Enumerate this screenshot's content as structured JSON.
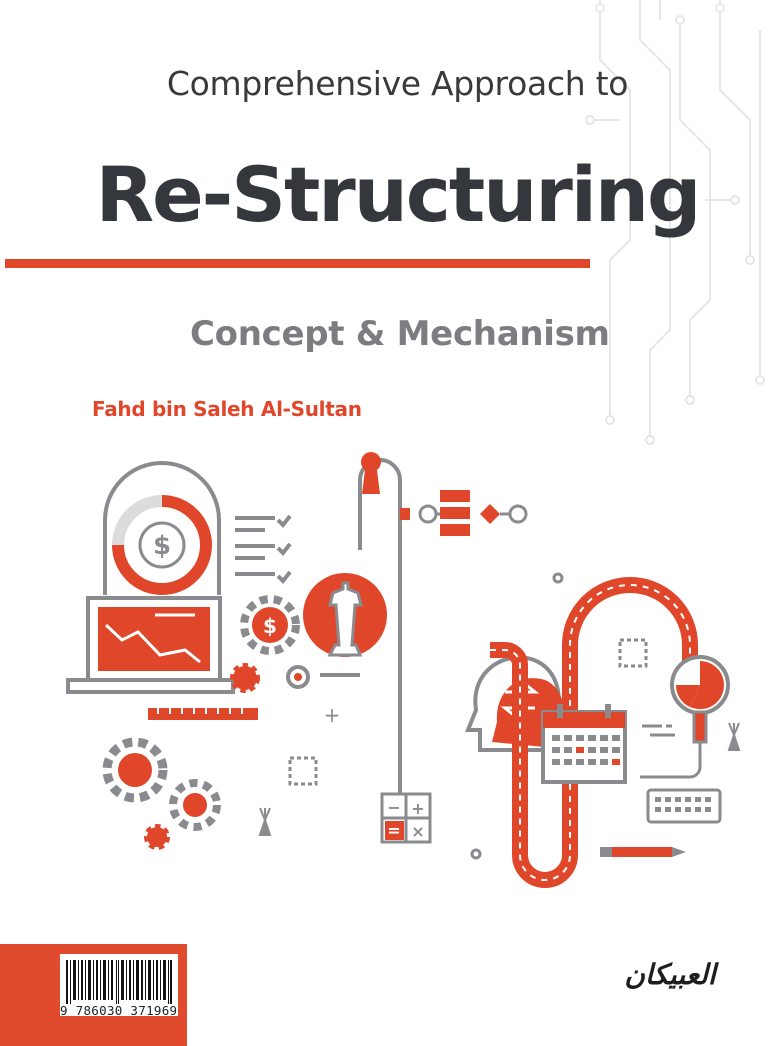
{
  "cover": {
    "subtitle_top": "Comprehensive Approach to",
    "title": "Re-Structuring",
    "tagline": "Concept & Mechanism",
    "author": "Fahd bin Saleh Al-Sultan",
    "publisher": "العبيكان",
    "isbn": "9 786030 371969"
  },
  "colors": {
    "accent": "#e0472a",
    "title": "#34383c",
    "tagline": "#7c7d80",
    "line_art": "#8a8b8e"
  },
  "icons": {
    "dollar_symbol": "$",
    "plus_symbol": "+",
    "minus_symbol": "−",
    "times_symbol": "×",
    "equals_symbol": "="
  }
}
